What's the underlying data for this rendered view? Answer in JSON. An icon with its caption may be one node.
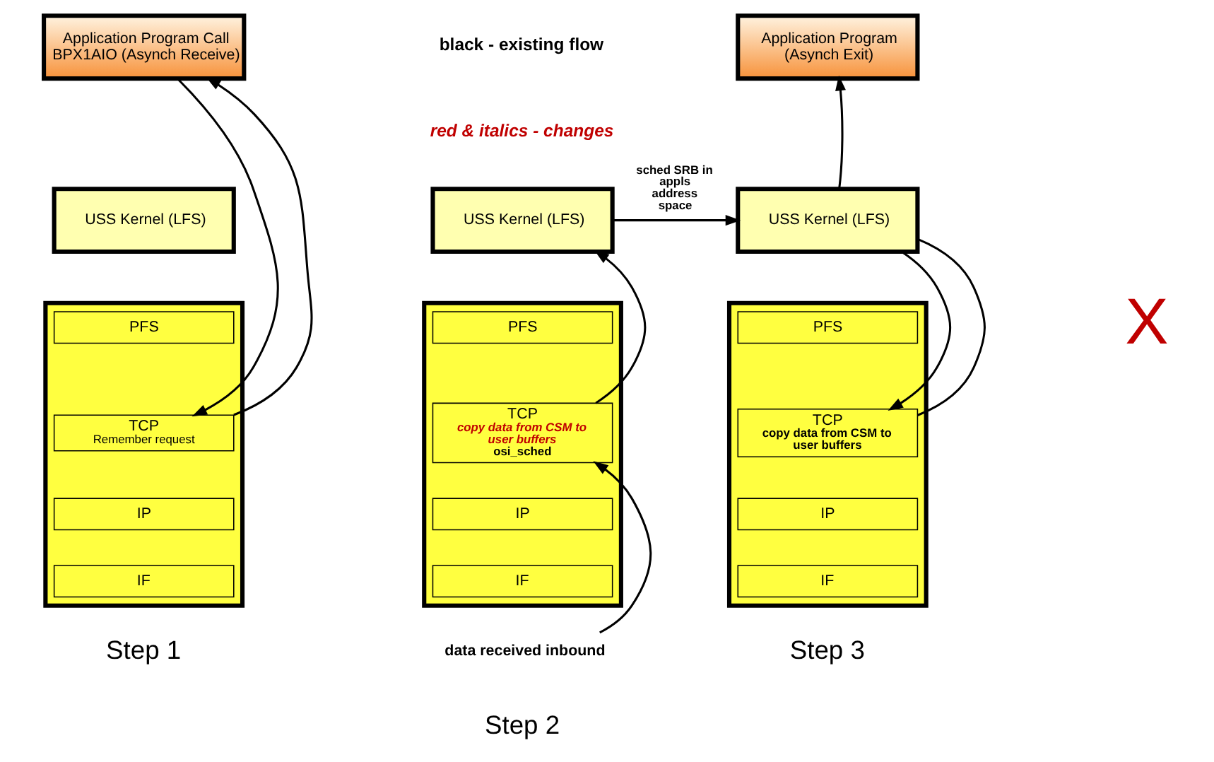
{
  "diagram": {
    "nodes": [
      {
        "text": [
          "Application Program Call BPX1AIO (Asynch Receive)"
        ]
      },
      {
        "text": [
          "USS Kernel (LFS)"
        ]
      },
      {
        "text": [],
        "shape": "box"
      },
      {
        "text": [
          "PFS"
        ],
        "in": 2
      },
      {
        "text": [
          "TCP",
          "Remember request"
        ],
        "in": 2
      },
      {
        "text": [
          "IP"
        ],
        "in": 2
      },
      {
        "text": [
          "IF"
        ],
        "in": 2
      },
      {
        "text": [
          "USS Kernel (LFS)"
        ]
      },
      {
        "text": [],
        "shape": "box"
      },
      {
        "text": [
          "PFS"
        ],
        "in": 8
      },
      {
        "text": [
          "TCP",
          "copy data from CSM to user buffers",
          "osi_sched"
        ],
        "in": 8
      },
      {
        "text": [
          "IP"
        ],
        "in": 8
      },
      {
        "text": [
          "IF"
        ],
        "in": 8
      },
      {
        "text": [
          "data received inbound"
        ]
      },
      {
        "text": [
          "Application Program (Asynch Exit)"
        ]
      },
      {
        "text": [
          "USS Kernel (LFS)"
        ]
      },
      {
        "text": [],
        "shape": "box"
      },
      {
        "text": [
          "PFS"
        ],
        "in": 16
      },
      {
        "text": [
          "TCP",
          "copy data from CSM to user buffers"
        ],
        "in": 16
      },
      {
        "text": [
          "IP"
        ],
        "in": 16
      },
      {
        "text": [
          "IF"
        ],
        "in": 16
      }
    ],
    "edges": [
      {
        "from": 0,
        "to": 4,
        "arrow": "to"
      },
      {
        "from": 4,
        "to": 0,
        "arrow": "to"
      },
      {
        "from": 13,
        "to": 10,
        "arrow": "to"
      },
      {
        "from": 10,
        "to": 7,
        "arrow": "to"
      },
      {
        "from": 7,
        "to": 15,
        "arrow": "to",
        "label": "sched SRB in appls address space"
      },
      {
        "from": 15,
        "to": 18,
        "arrow": "to"
      },
      {
        "from": 18,
        "to": 15,
        "arrow": "none"
      },
      {
        "from": 15,
        "to": 14,
        "arrow": "to"
      }
    ],
    "labels": [
      "black - existing flow",
      "red & italics - changes",
      "X",
      "Step 1",
      "Step 2",
      "Step 3"
    ]
  }
}
